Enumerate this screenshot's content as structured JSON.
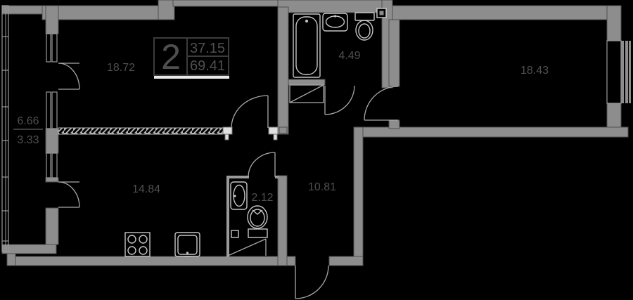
{
  "legend": {
    "rooms_count": "2",
    "living_area": "37.15",
    "total_area": "69.41"
  },
  "rooms": [
    {
      "name": "room-top-left",
      "area": "18.72"
    },
    {
      "name": "bathroom",
      "area": "4.49"
    },
    {
      "name": "room-top-right",
      "area": "18.43"
    },
    {
      "name": "kitchen-living-room",
      "area": "14.84"
    },
    {
      "name": "wc",
      "area": "2.12"
    },
    {
      "name": "hallway",
      "area": "10.81"
    }
  ],
  "balcony": {
    "area_full": "6.66",
    "area_reduced": "3.33"
  },
  "icons": [
    "bathtub-icon",
    "bathroom-sink-icon",
    "bathroom-toilet-icon",
    "vent-shaft-icon",
    "wc-sink-icon",
    "wc-toilet-icon",
    "stove-icon",
    "kitchen-sink-icon",
    "wardrobe-icon",
    "door-arc-icon",
    "window-icon"
  ],
  "colors": {
    "background": "#000000",
    "wall": "#8d8d8d",
    "wall_outline": "#4e4e4e",
    "fixture_line": "#c6c6c6",
    "door_line": "#a8a8a8",
    "text": "#4f4f4f",
    "legend_underline": "#e9e9e9",
    "hatch_fill": "#b3b3b3"
  }
}
